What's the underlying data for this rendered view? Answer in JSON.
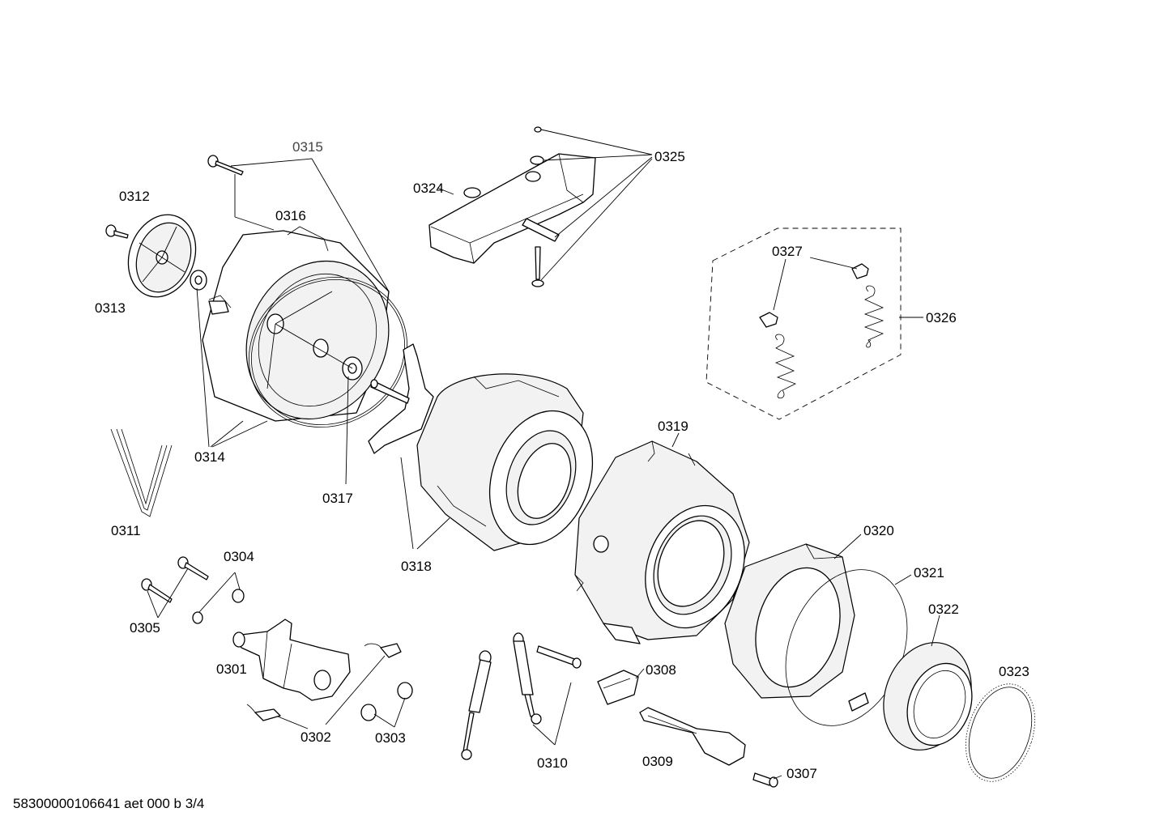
{
  "labels": {
    "p0301": "0301",
    "p0302": "0302",
    "p0303": "0303",
    "p0304": "0304",
    "p0305": "0305",
    "p0307": "0307",
    "p0308": "0308",
    "p0309": "0309",
    "p0310": "0310",
    "p0311": "0311",
    "p0312": "0312",
    "p0313": "0313",
    "p0314": "0314",
    "p0315": "0315",
    "p0316": "0316",
    "p0317": "0317",
    "p0318": "0318",
    "p0319": "0319",
    "p0320": "0320",
    "p0321": "0321",
    "p0322": "0322",
    "p0323": "0323",
    "p0324": "0324",
    "p0325": "0325",
    "p0326": "0326",
    "p0327": "0327"
  },
  "footer": {
    "document_id": "58300000106641 aet 000 b 3/4"
  }
}
